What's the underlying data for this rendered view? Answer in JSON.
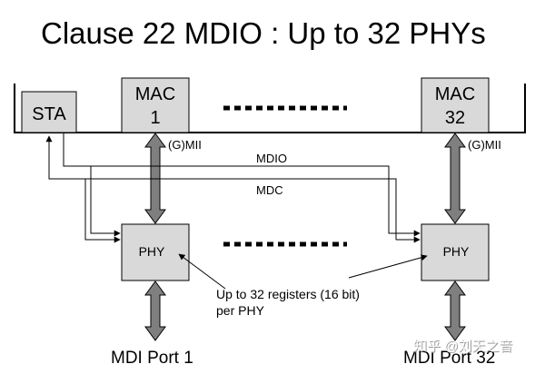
{
  "title": "Clause 22 MDIO : Up to 32 PHYs",
  "sta_label": "STA",
  "mac1": {
    "line1": "MAC",
    "line2": "1"
  },
  "mac32": {
    "line1": "MAC",
    "line2": "32"
  },
  "gmii_label": "(G)MII",
  "mdio_label": "MDIO",
  "mdc_label": "MDC",
  "phy_label": "PHY",
  "note": {
    "line1": "Up to 32 registers (16 bit)",
    "line2": "per PHY"
  },
  "port1_label": "MDI Port 1",
  "port32_label": "MDI Port 32",
  "watermark": "知乎 @刘天之音",
  "colors": {
    "box_fill": "#d9d9d9",
    "arrow_fill": "#7f7f7f",
    "line": "#000000"
  }
}
